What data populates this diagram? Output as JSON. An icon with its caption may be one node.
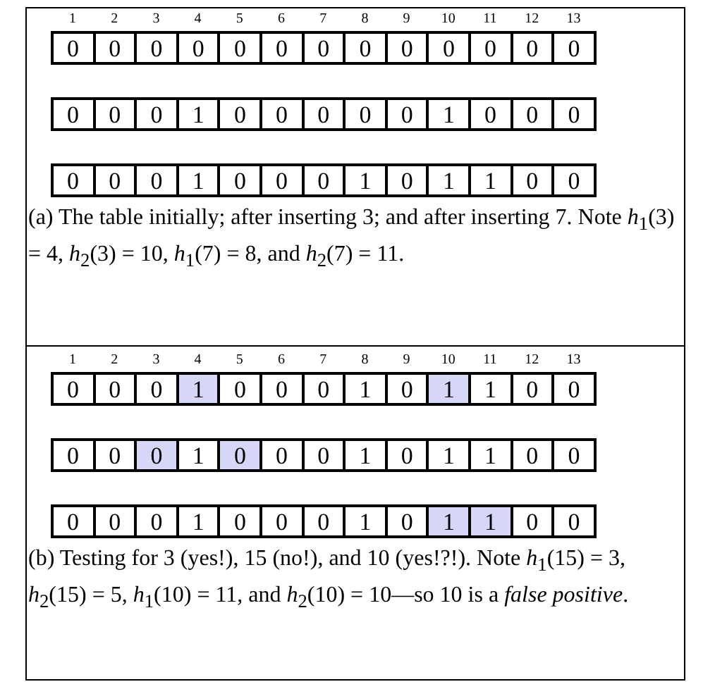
{
  "diagram": {
    "labels": [
      "1",
      "2",
      "3",
      "4",
      "5",
      "6",
      "7",
      "8",
      "9",
      "10",
      "11",
      "12",
      "13",
      "0",
      "0",
      "0",
      "0",
      "0",
      "0",
      "0",
      "0",
      "0",
      "0",
      "0",
      "0",
      "0",
      "0",
      "0",
      "0",
      "1",
      "0",
      "0",
      "0",
      "0",
      "0",
      "1",
      "0",
      "0",
      "0",
      "0",
      "0",
      "0",
      "1",
      "0",
      "0",
      "0",
      "1",
      "0",
      "1",
      "1",
      "0",
      "0",
      "(a) The table initially; after inserting 3; and after inserting 7. Note *h*$_{1}$(3) = 4, *h*$_{2}$(3) = 10, *h*$_{1}$(7) = 8, and *h*$_{2}$(7) = 11.",
      "1",
      "2",
      "3",
      "4",
      "5",
      "6",
      "7",
      "8",
      "9",
      "10",
      "11",
      "12",
      "13",
      "0",
      "0",
      "0",
      "1",
      "0",
      "0",
      "0",
      "1",
      "0",
      "1",
      "1",
      "0",
      "0",
      "0",
      "0",
      "0",
      "1",
      "0",
      "0",
      "0",
      "1",
      "0",
      "1",
      "1",
      "0",
      "0",
      "0",
      "0",
      "0",
      "1",
      "0",
      "0",
      "0",
      "1",
      "0",
      "1",
      "1",
      "0",
      "0",
      "(b) Testing for 3 (yes!), 15 (no!), and 10 (yes!?!). Note *h*$_{1}$(15) = 3, *h*$_{2}$(15) = 5, *h*$_{1}$(10) = 11, and *h*$_{2}$(10) = 10—so 10 is a *false positive*."
    ]
  }
}
